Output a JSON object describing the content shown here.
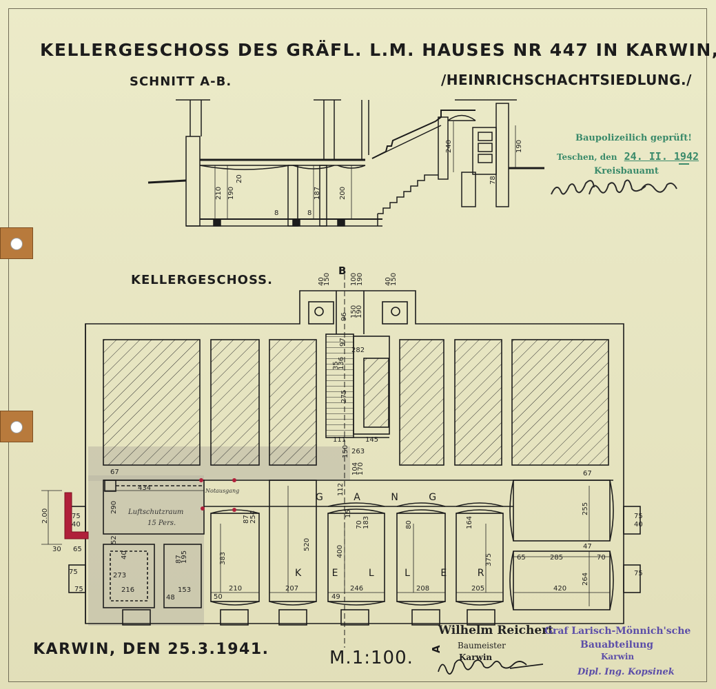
{
  "drawing": {
    "title": "KELLERGESCHOSS DES GRÄFL. L.M. HAUSES NR 447 IN KARWIN,",
    "subtitle": "/HEINRICHSCHACHTSIEDLUNG./",
    "section_label": "SCHNITT A-B.",
    "plan_label": "KELLERGESCHOSS.",
    "place_date": "KARWIN, DEN 25.3.1941.",
    "scale": "M.1:100.",
    "corridor_label": "G A N G",
    "cellar_label": "K E L L E R",
    "section_marker_b": "B",
    "section_marker_a": "A"
  },
  "section_dims": [
    "210",
    "190",
    "20",
    "187",
    "200",
    "240",
    "190",
    "78",
    "8",
    "8"
  ],
  "plan_dims": {
    "top": [
      "40",
      "150",
      "100",
      "190",
      "40",
      "150",
      "96",
      "150",
      "190",
      "97",
      "282",
      "35",
      "136",
      "275",
      "111",
      "145",
      "263",
      "104",
      "170",
      "150"
    ],
    "left_room": [
      "434",
      "67",
      "290",
      "52",
      "273",
      "216",
      "48",
      "153",
      "40",
      "195",
      "87"
    ],
    "middle": [
      "112",
      "383",
      "520",
      "400",
      "375",
      "210",
      "207",
      "246",
      "208",
      "205",
      "50",
      "49",
      "80",
      "70",
      "183",
      "164",
      "254",
      "87",
      "15"
    ],
    "right": [
      "255",
      "67",
      "47",
      "285",
      "65",
      "70",
      "264",
      "420",
      "75",
      "40"
    ],
    "edges": [
      "75",
      "40",
      "75",
      "65",
      "30",
      "2.00",
      "75",
      "75"
    ]
  },
  "handwritten": {
    "air_raid_room": "Luftschutzraum",
    "persons": "15 Pers.",
    "exit_note": "Notausgang"
  },
  "stamps": {
    "police_line1": "Baupolizeilich geprüft!",
    "police_place": "Teschen, den",
    "police_date": "24. II. 1942",
    "police_office": "Kreisbauamt",
    "builder_name": "Wilhelm Reichert",
    "builder_title": "Baumeister",
    "builder_town": "Karwin",
    "dept_line1": "Graf Larisch-Mönnich'sche",
    "dept_line2": "Bauabteilung",
    "dept_line3": "Karwin",
    "dept_engineer": "Dipl. Ing. Kopsinek"
  },
  "colors": {
    "paper": "#e9e6c4",
    "ink": "#1c1c1c",
    "stamp_green": "#3a8a6a",
    "stamp_purple": "#5c4ea8",
    "red_mark": "#b0203a"
  },
  "icons": [
    "binder-tab-hole-icon",
    "signature-icon"
  ]
}
